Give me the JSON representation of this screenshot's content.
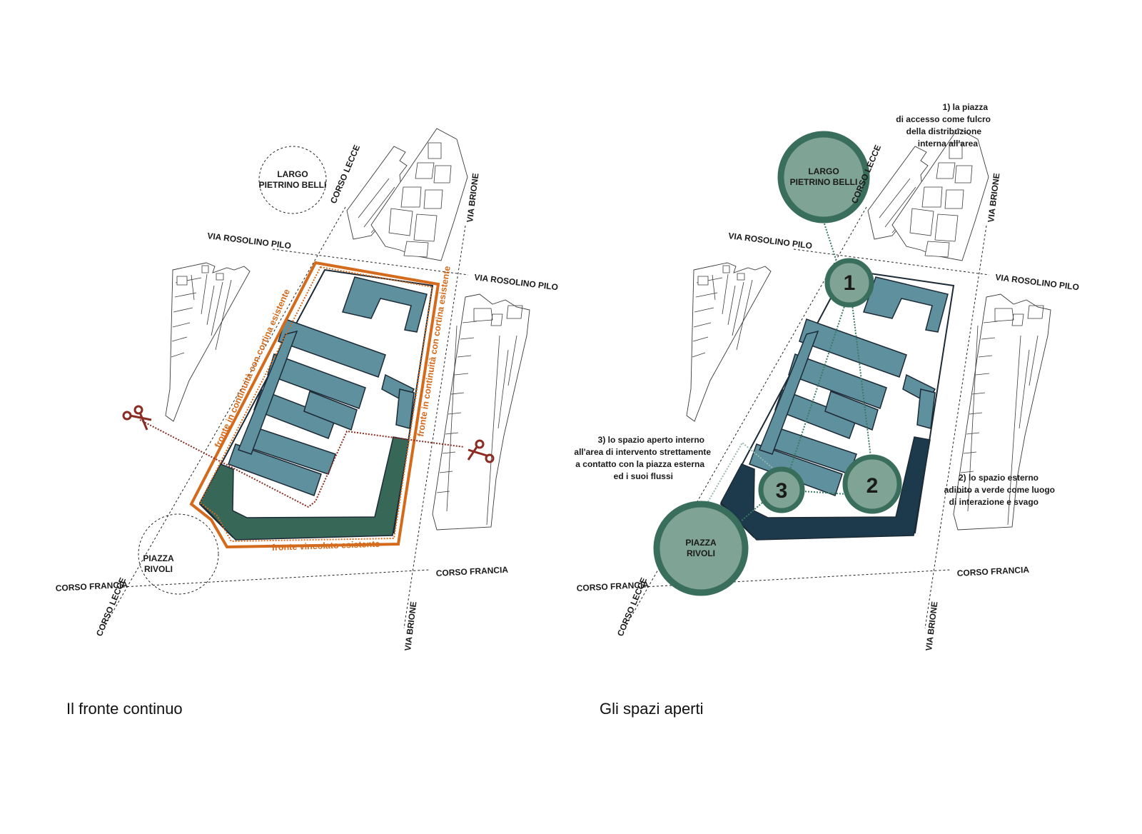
{
  "panel_left": {
    "caption": "Il fronte continuo",
    "streets": {
      "corso_lecce_top": "CORSO LECCE",
      "corso_lecce_bottom": "CORSO LECCE",
      "via_brione_top": "VIA BRIONE",
      "via_brione_bottom": "VIA BRIONE",
      "via_rosolino_pilo_left": "VIA ROSOLINO PILO",
      "via_rosolino_pilo_right": "VIA ROSOLINO PILO",
      "corso_francia_left": "CORSO FRANCIA",
      "corso_francia_right": "CORSO FRANCIA"
    },
    "places": {
      "largo_line1": "LARGO",
      "largo_line2": "PIETRINO BELLI",
      "piazza_line1": "PIAZZA",
      "piazza_line2": "RIVOLI"
    },
    "fronts": {
      "west": "fronte in continuità con cortina esistente",
      "east": "fronte in continuità con cortina esistente",
      "south": "fronte vincolato esistente"
    },
    "icons": [
      "scissors-icon",
      "scissors-icon"
    ]
  },
  "panel_right": {
    "caption": "Gli spazi aperti",
    "streets": {
      "corso_lecce_top": "CORSO LECCE",
      "corso_lecce_bottom": "CORSO LECCE",
      "via_brione_top": "VIA BRIONE",
      "via_brione_bottom": "VIA BRIONE",
      "via_rosolino_pilo_left": "VIA ROSOLINO PILO",
      "via_rosolino_pilo_right": "VIA ROSOLINO PILO",
      "corso_francia_left": "CORSO FRANCIA",
      "corso_francia_right": "CORSO FRANCIA"
    },
    "places": {
      "largo_line1": "LARGO",
      "largo_line2": "PIETRINO BELLI",
      "piazza_line1": "PIAZZA",
      "piazza_line2": "RIVOLI"
    },
    "spaces": [
      {
        "number": "1",
        "note": [
          "1) la piazza",
          "di accesso come fulcro",
          "della distribuzione",
          "interna all'area"
        ]
      },
      {
        "number": "2",
        "note": [
          "2) lo spazio esterno",
          "adibito a verde come luogo",
          "di interazione e svago"
        ]
      },
      {
        "number": "3",
        "note": [
          "3) lo spazio aperto interno",
          "all'area di intervento strettamente",
          "a contatto con la piazza esterna",
          "ed i suoi flussi"
        ]
      }
    ]
  },
  "colors": {
    "building_blue": "#5f909e",
    "green_front": "#376857",
    "dark_front": "#1c3a4c",
    "orange_front": "#d46a1c",
    "scissors_red": "#8c2b22",
    "circle_fill": "#7fa394",
    "circle_stroke": "#3a6e5c"
  }
}
